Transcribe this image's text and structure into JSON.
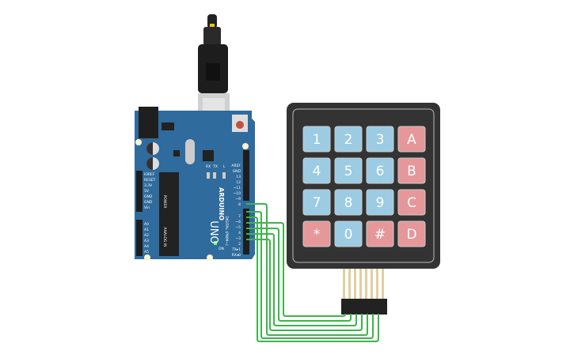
{
  "board": {
    "brand": "ARDUINO",
    "model": "UNO",
    "digital_label": "DIGITAL (PWM~)",
    "power_label": "POWER",
    "analog_label": "ANALOG IN",
    "led_labels": [
      "RX",
      "TX",
      "L",
      "ON"
    ],
    "digital_pins": [
      "AREF",
      "GND",
      "13",
      "12",
      "~11",
      "~10",
      "~9",
      "8",
      "7",
      "~6",
      "~5",
      "4",
      "~3",
      "2",
      "TX▸1",
      "RX◂0"
    ],
    "power_pins": [
      "IOREF",
      "RESET",
      "3.3V",
      "5V",
      "GND",
      "GND",
      "Vin"
    ],
    "analog_pins": [
      "A0",
      "A1",
      "A2",
      "A3",
      "A4",
      "A5"
    ],
    "color": "#2f6b9c"
  },
  "keypad": {
    "rows": [
      [
        {
          "label": "1",
          "type": "num"
        },
        {
          "label": "2",
          "type": "num"
        },
        {
          "label": "3",
          "type": "num"
        },
        {
          "label": "A",
          "type": "letter"
        }
      ],
      [
        {
          "label": "4",
          "type": "num"
        },
        {
          "label": "5",
          "type": "num"
        },
        {
          "label": "6",
          "type": "num"
        },
        {
          "label": "B",
          "type": "letter"
        }
      ],
      [
        {
          "label": "7",
          "type": "num"
        },
        {
          "label": "8",
          "type": "num"
        },
        {
          "label": "9",
          "type": "num"
        },
        {
          "label": "C",
          "type": "letter"
        }
      ],
      [
        {
          "label": "*",
          "type": "letter"
        },
        {
          "label": "0",
          "type": "num"
        },
        {
          "label": "#",
          "type": "letter"
        },
        {
          "label": "D",
          "type": "letter"
        }
      ]
    ],
    "colors": {
      "num": "#9ccbe4",
      "letter": "#e5979a",
      "body": "#333333"
    }
  },
  "wires": {
    "color": "#3cb54a",
    "connections": [
      {
        "from": "8",
        "to": "keypad-pin-5"
      },
      {
        "from": "7",
        "to": "keypad-pin-6"
      },
      {
        "from": "6",
        "to": "keypad-pin-7"
      },
      {
        "from": "5",
        "to": "keypad-pin-1"
      },
      {
        "from": "4",
        "to": "keypad-pin-2"
      },
      {
        "from": "3",
        "to": "keypad-pin-3"
      },
      {
        "from": "2",
        "to": "keypad-pin-4"
      }
    ]
  }
}
